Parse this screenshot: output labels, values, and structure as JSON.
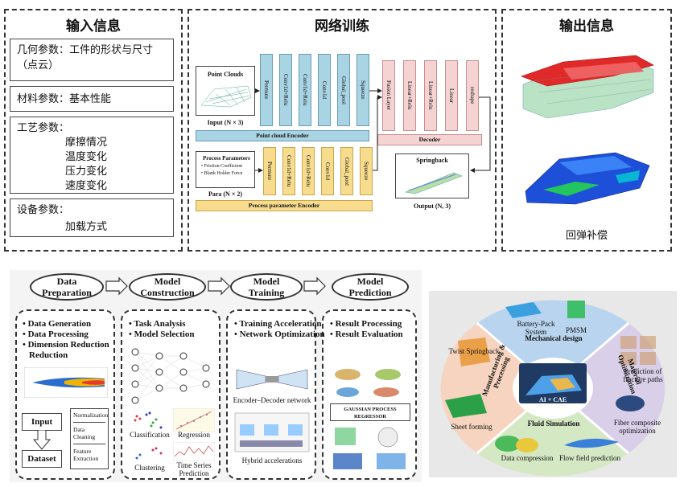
{
  "top": {
    "input": {
      "title": "输入信息",
      "geometry": "几何参数：工件的形状与尺寸（点云）",
      "material": "材料参数：基本性能",
      "process_title": "工艺参数：",
      "process_items": [
        "摩擦情况",
        "温度变化",
        "压力变化",
        "速度变化"
      ],
      "equipment_title": "设备参数：",
      "equipment_item": "加载方式"
    },
    "network": {
      "title": "网络训练",
      "point_clouds": "Point Clouds",
      "input_label": "Input (N × 3)",
      "point_encoder_layers": [
        "Permute",
        "Conv1d+Relu",
        "Conv1d+Relu",
        "Conv1d",
        "Global_pool",
        "Squeeze"
      ],
      "point_encoder_label": "Point cloud Encoder",
      "params_title": "Process Parameters",
      "params_items": [
        "Friction Coefficient",
        "Blank Holder Force"
      ],
      "para_label": "Para (N × 2)",
      "param_encoder_layers": [
        "Permute",
        "Conv1d+Relu",
        "Conv1d+Relu",
        "Conv1d",
        "Global_pool",
        "Squeeze"
      ],
      "param_encoder_label": "Process parameter Encoder",
      "decoder_layers": [
        "Fusion Layer",
        "Linear+Relu",
        "Linear+Relu",
        "Linear",
        "reshape"
      ],
      "decoder_label": "Decoder",
      "springback": "Springback",
      "output_label": "Output (N, 3)"
    },
    "output": {
      "title": "输出信息",
      "caption": "回弹补偿"
    }
  },
  "workflow": {
    "stages": [
      "Data Preparation",
      "Model Construction",
      "Model Training",
      "Model Prediction"
    ],
    "prep_items": [
      "Data Generation",
      "Data Processing",
      "Dimension Reduction"
    ],
    "prep_input": "Input",
    "prep_dataset": "Dataset",
    "prep_steps": [
      "Normalization",
      "Data Cleaning",
      "Feature Extraction"
    ],
    "construct_items": [
      "Task Analysis",
      "Model Selection"
    ],
    "construct_labels": [
      "Classification",
      "Regression",
      "Clustering",
      "Time Series Prediction"
    ],
    "training_items": [
      "Training Acceleration",
      "Network Optimization"
    ],
    "training_labels": [
      "Encoder–Decoder network",
      "Hybrid accelerations"
    ],
    "prediction_items": [
      "Result Processing",
      "Result Evaluation"
    ],
    "gpr_label": "GAUSSIAN PROCESS REGRESSOR"
  },
  "wheel": {
    "center": "AI + CAE",
    "sectors": [
      "Mechanical design",
      "Material Optimization",
      "Fluid Simulation",
      "Manufacturing & Processing"
    ],
    "items": [
      "Battery-Pack System",
      "PMSM",
      "Prediction of fracture paths",
      "Fiber composite optimization",
      "Flow field prediction",
      "Data compression",
      "Sheet forming",
      "Twist Springback"
    ]
  },
  "colors": {
    "encoder_blue": "#a8d4e4",
    "param_yellow": "#f7dc8e",
    "decoder_pink": "#f5d3d3",
    "wheel_blue": "#b9d4ee",
    "wheel_purple": "#d9cfe8",
    "wheel_green": "#d5e8c4",
    "wheel_peach": "#f6d4bf"
  }
}
